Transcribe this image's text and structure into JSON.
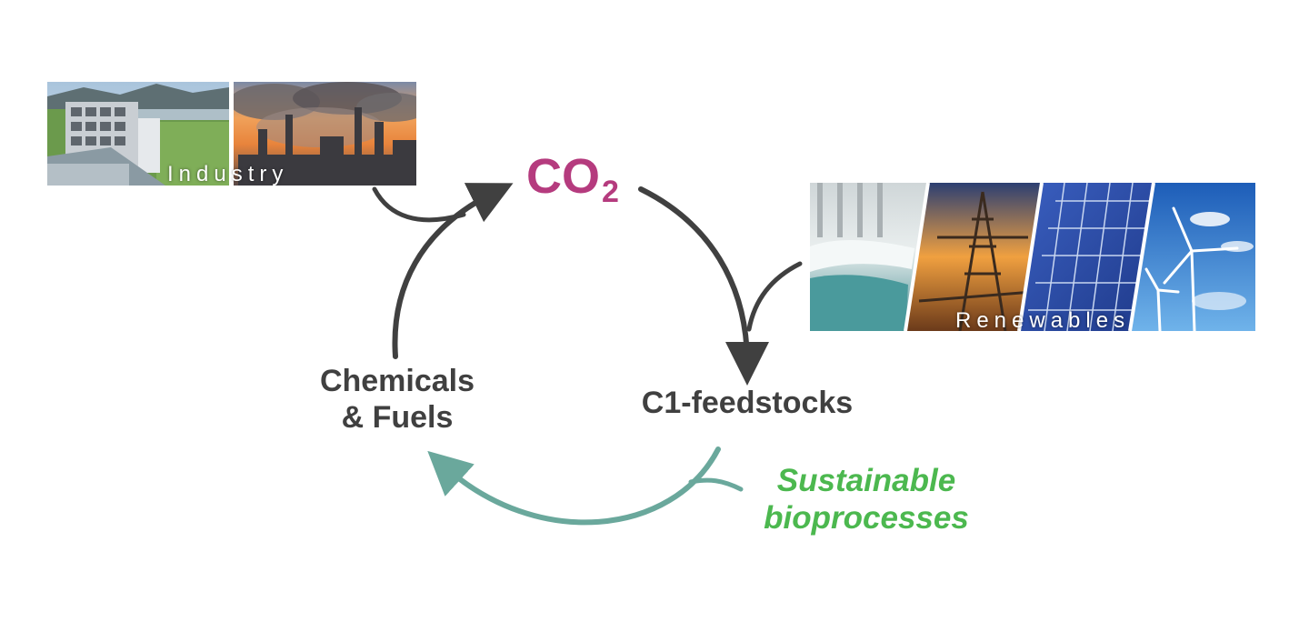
{
  "nodes": {
    "co2": {
      "main": "CO",
      "subscript": "2",
      "color": "#b53b7e"
    },
    "chemicals": {
      "line1": "Chemicals",
      "line2": "& Fuels"
    },
    "c1": {
      "label": "C1-feedstocks"
    },
    "bioprocesses": {
      "line1": "Sustainable",
      "line2": "bioprocesses",
      "color": "#4cb84f"
    }
  },
  "images": {
    "industry": {
      "caption": "Industry",
      "panels": [
        "direct-air-capture-plant",
        "factory-smokestacks"
      ]
    },
    "renewables": {
      "caption": "Renewables",
      "panels": [
        "hydro-dam-spillway",
        "power-pylon-sunset",
        "solar-panels",
        "wind-turbines"
      ]
    }
  },
  "colors": {
    "arrow_dark": "#404040",
    "arrow_teal": "#6aa89c",
    "text_dark": "#404040"
  }
}
